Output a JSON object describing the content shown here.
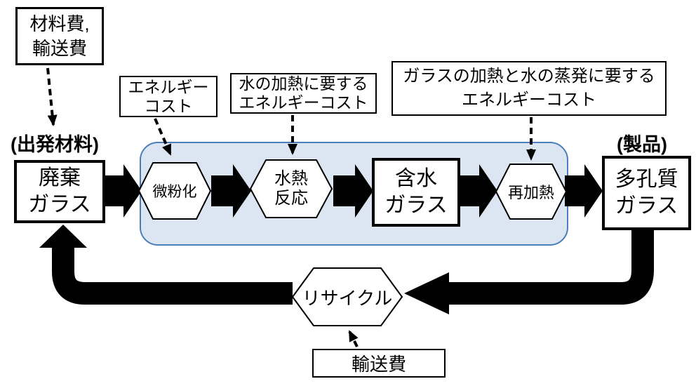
{
  "diagram": {
    "labels": {
      "start_material": "(出発材料)",
      "product": "(製品)"
    },
    "cost_boxes": {
      "material": {
        "line1": "材料費,",
        "line2": "輸送費"
      },
      "energy": {
        "line1": "エネルギー",
        "line2": "コスト"
      },
      "water_heat": {
        "line1": "水の加熱に要する",
        "line2": "エネルギーコスト"
      },
      "glass_heat": {
        "line1": "ガラスの加熱と水の蒸発に要する",
        "line2": "エネルギーコスト"
      },
      "transport": {
        "label": "輸送費"
      }
    },
    "nodes": {
      "waste_glass": {
        "line1": "廃棄",
        "line2": "ガラス"
      },
      "pulverization": {
        "label": "微粉化"
      },
      "hydrothermal": {
        "line1": "水熱",
        "line2": "反応"
      },
      "hydrated_glass": {
        "line1": "含水",
        "line2": "ガラス"
      },
      "reheat": {
        "label": "再加熱"
      },
      "porous_glass": {
        "line1": "多孔質",
        "line2": "ガラス"
      },
      "recycle": {
        "label": "リサイクル"
      }
    },
    "colors": {
      "container_fill": "#dbe6f2",
      "container_border": "#4a7ebb",
      "arrow": "#000000"
    }
  }
}
